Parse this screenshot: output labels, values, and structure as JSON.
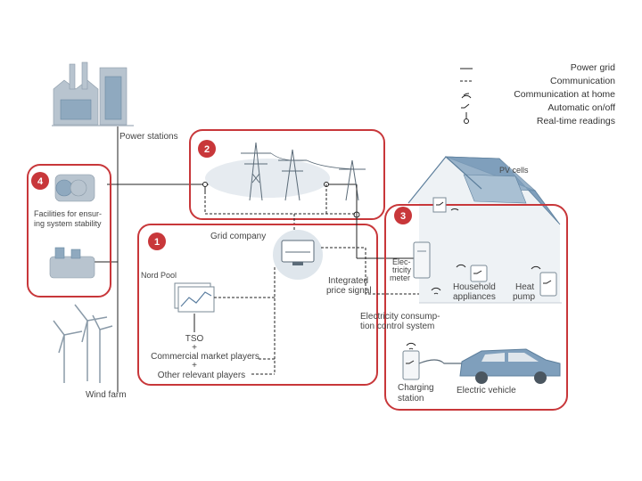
{
  "legend": {
    "power_grid": "Power grid",
    "communication": "Communication",
    "communication_home": "Communication at home",
    "automatic": "Automatic on/off",
    "realtime": "Real-time readings"
  },
  "zones": {
    "z1": "1",
    "z2": "2",
    "z3": "3",
    "z4": "4"
  },
  "labels": {
    "power_stations": "Power stations",
    "pv_cells": "PV cells",
    "facilities_1": "Facilities for ensur-",
    "facilities_2": "ing system stability",
    "grid_company": "Grid company",
    "nord_pool": "Nord Pool",
    "integrated_1": "Integrated",
    "integrated_2": "price signal",
    "meter_1": "Elec-",
    "meter_2": "tricity",
    "meter_3": "meter",
    "household_1": "Household",
    "household_2": "appliances",
    "heat_1": "Heat",
    "heat_2": "pump",
    "ecc_1": "Electricity consump-",
    "ecc_2": "tion control system",
    "tso": "TSO",
    "plus_1": "+",
    "commercial": "Commercial market players",
    "plus_2": "+",
    "other": "Other relevant players",
    "charging_1": "Charging",
    "charging_2": "station",
    "electric_vehicle": "Electric vehicle",
    "wind_farm": "Wind farm"
  },
  "colors": {
    "zone_outline": "#c8373a",
    "badge": "#c8373a",
    "accent_blue": "#8fa9bf"
  }
}
